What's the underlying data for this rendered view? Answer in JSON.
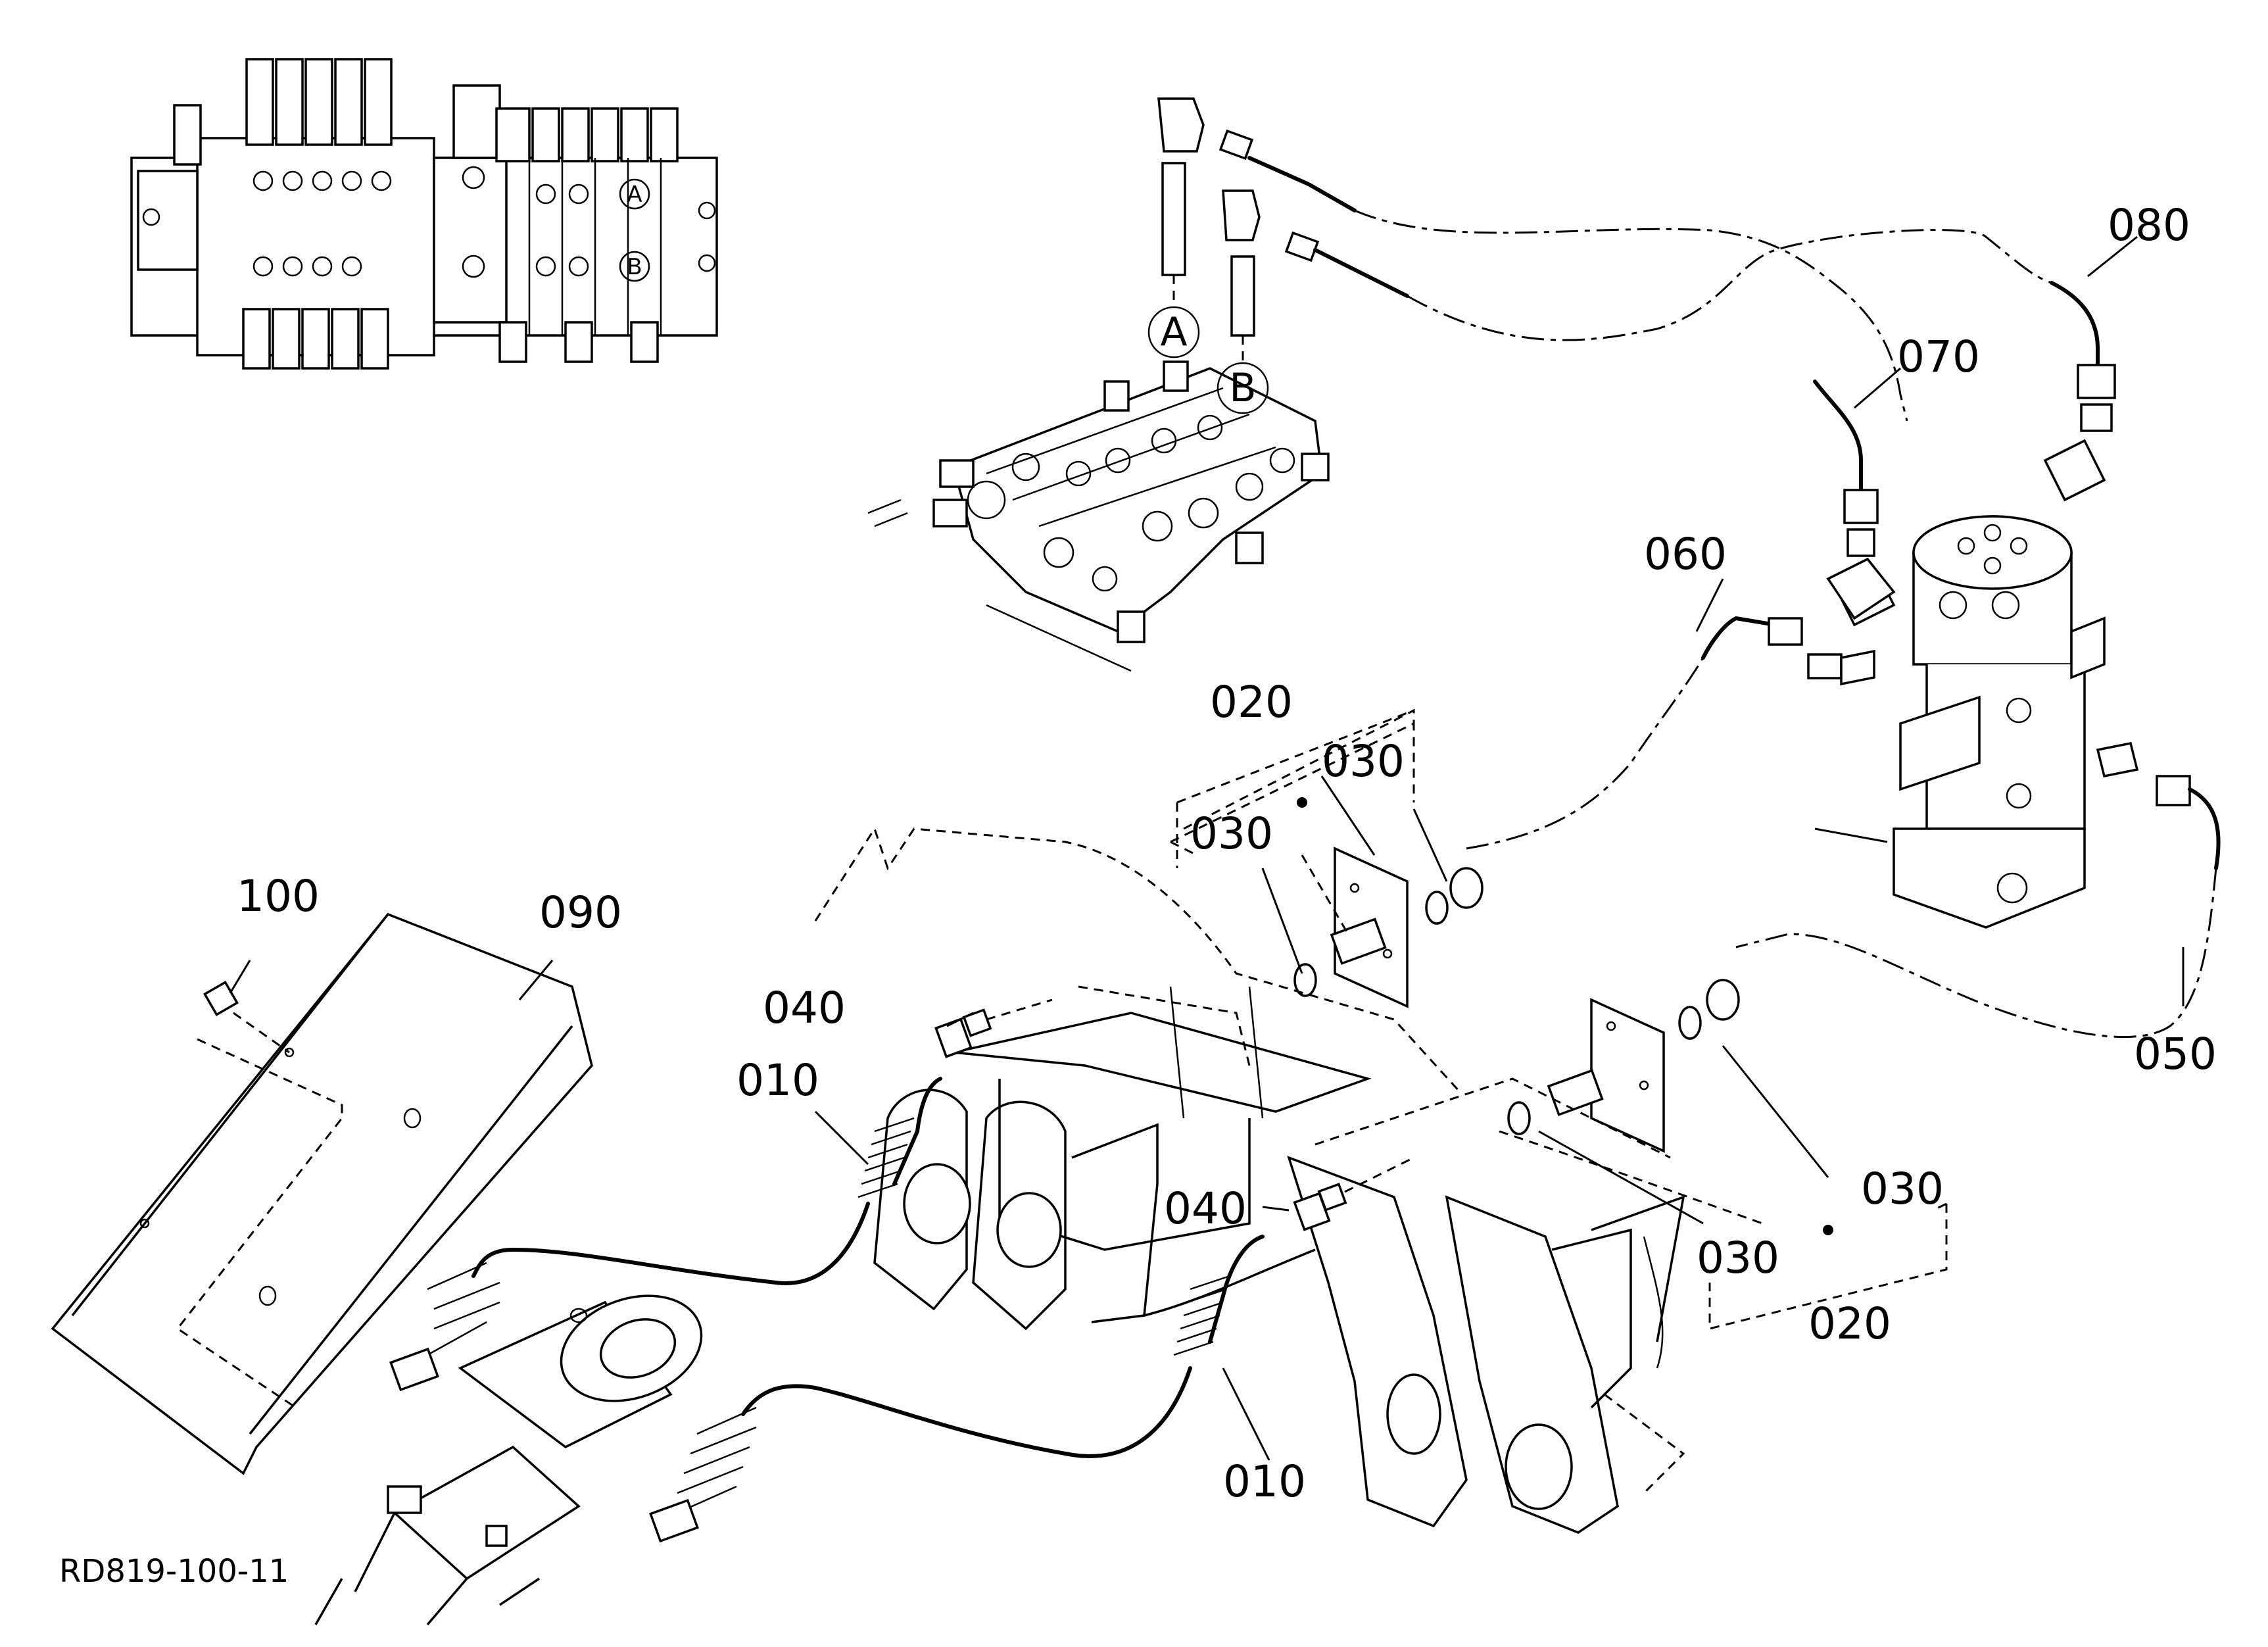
{
  "diagram_code": "RD819-100-11",
  "part_labels": {
    "p010_upper": "010",
    "p010_lower": "010",
    "p020_upper": "020",
    "p020_lower": "020",
    "p030_a": "030",
    "p030_b": "030",
    "p030_c": "030",
    "p030_d": "030",
    "p040_upper": "040",
    "p040_lower": "040",
    "p050": "050",
    "p060": "060",
    "p070": "070",
    "p080": "080",
    "p090": "090",
    "p100": "100"
  },
  "port_labels": {
    "a_main": "A",
    "b_main": "B",
    "a_inset": "A",
    "b_inset": "B"
  }
}
